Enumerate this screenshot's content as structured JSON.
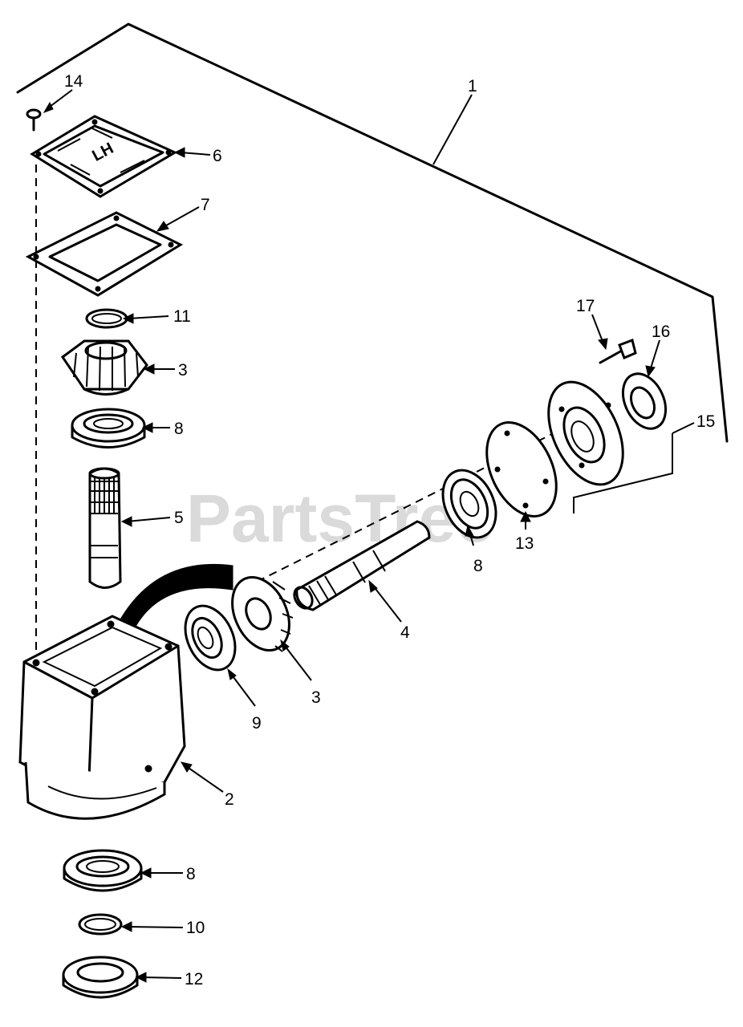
{
  "watermark": "PartsTree",
  "callouts": [
    {
      "id": "c1",
      "label": "1"
    },
    {
      "id": "c2",
      "label": "2"
    },
    {
      "id": "c3a",
      "label": "3"
    },
    {
      "id": "c3b",
      "label": "3"
    },
    {
      "id": "c4",
      "label": "4"
    },
    {
      "id": "c5",
      "label": "5"
    },
    {
      "id": "c6",
      "label": "6"
    },
    {
      "id": "c7",
      "label": "7"
    },
    {
      "id": "c8a",
      "label": "8"
    },
    {
      "id": "c8b",
      "label": "8"
    },
    {
      "id": "c8c",
      "label": "8"
    },
    {
      "id": "c9",
      "label": "9"
    },
    {
      "id": "c10",
      "label": "10"
    },
    {
      "id": "c11",
      "label": "11"
    },
    {
      "id": "c12",
      "label": "12"
    },
    {
      "id": "c13",
      "label": "13"
    },
    {
      "id": "c14",
      "label": "14"
    },
    {
      "id": "c15",
      "label": "15"
    },
    {
      "id": "c16",
      "label": "16"
    },
    {
      "id": "c17",
      "label": "17"
    }
  ],
  "cover_mark": "LH"
}
